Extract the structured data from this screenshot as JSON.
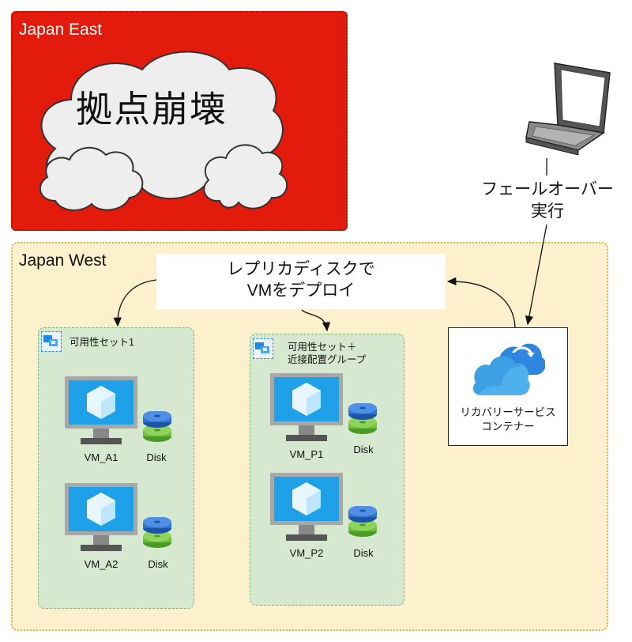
{
  "regions": {
    "east_label": "Japan East",
    "west_label": "Japan West"
  },
  "disaster_text": "拠点崩壊",
  "failover": {
    "line1": "フェールオーバー",
    "line2": "実行"
  },
  "callout": {
    "line1": "レプリカディスクで",
    "line2": "VMをデプロイ"
  },
  "avset1": {
    "title": "可用性セット1",
    "vm_a1": "VM_A1",
    "vm_a2": "VM_A2",
    "disk_label": "Disk"
  },
  "avset2": {
    "title_line1": "可用性セット＋",
    "title_line2": "近接配置グループ",
    "vm_p1": "VM_P1",
    "vm_p2": "VM_P2",
    "disk_label": "Disk"
  },
  "recovery": {
    "line1": "リカバリーサービス",
    "line2": "コンテナー"
  },
  "colors": {
    "east_region": "#e31b0c",
    "west_region": "#fdf0cd",
    "availability_set": "#d6e8cf",
    "vm_screen": "#1ea1e8",
    "disk_blue": "#2f73d0",
    "disk_green": "#6fbf3b"
  },
  "icons": [
    "cloud-shape",
    "laptop-icon",
    "vm-monitor-icon",
    "managed-disk-icon",
    "availability-set-icon",
    "recovery-services-vault-icon",
    "arrow"
  ]
}
